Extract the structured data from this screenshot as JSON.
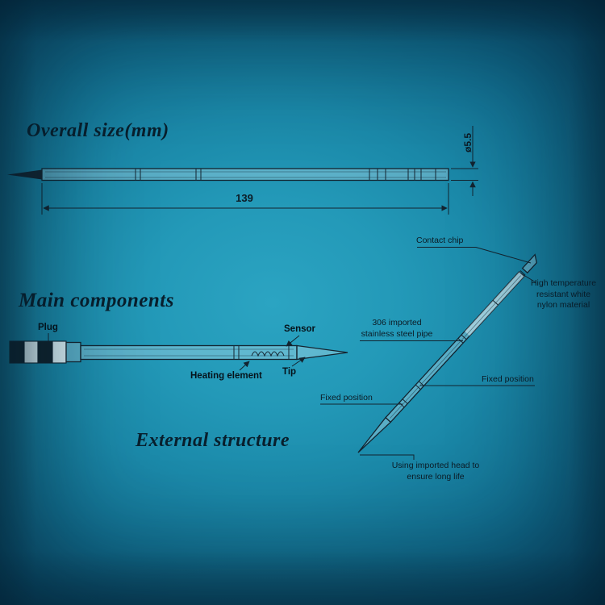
{
  "colors": {
    "ink": "#132430",
    "heading": "#081f2d",
    "background_center": "#2ba4c2",
    "background_edge": "#073e5a"
  },
  "sections": {
    "overall_size": {
      "title": "Overall size(mm)",
      "length_dim": "139",
      "diameter_dim": "ø5.5"
    },
    "main_components": {
      "title": "Main components",
      "plug": "Plug",
      "sensor": "Sensor",
      "heating_element": "Heating element",
      "tip": "Tip"
    },
    "external_structure": {
      "title": "External structure",
      "contact_chip": "Contact chip",
      "nylon": "High temperature\nresistant white\nnylon material",
      "steel_pipe": "306 imported\nstainless steel pipe",
      "fixed_position_upper": "Fixed position",
      "fixed_position_lower": "Fixed position",
      "head_note": "Using imported head to\nensure long life"
    }
  }
}
